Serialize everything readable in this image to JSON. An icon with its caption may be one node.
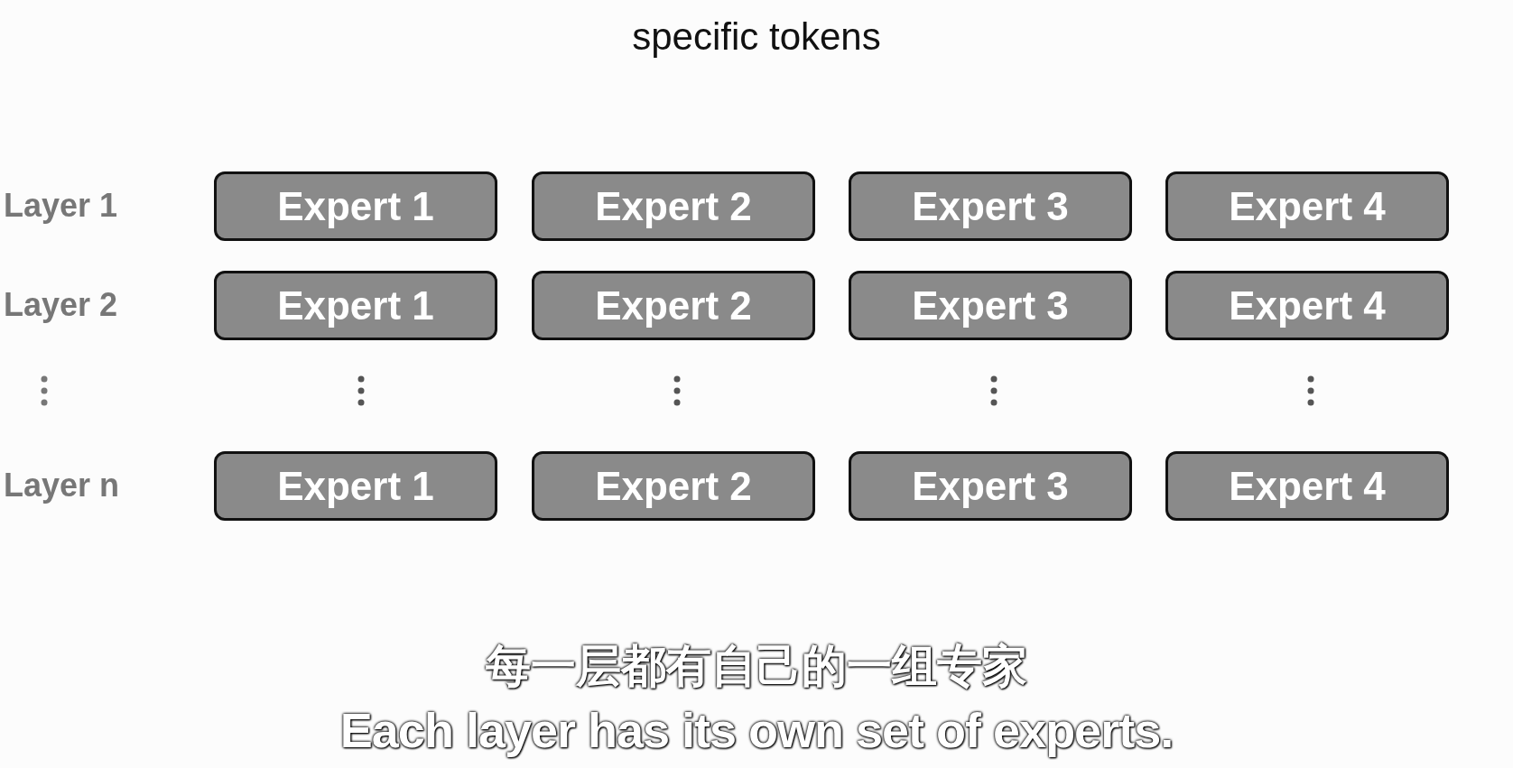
{
  "diagram": {
    "nodes": [
      {
        "text": [
          "Expert 1"
        ]
      },
      {
        "text": [
          "Expert 2"
        ]
      },
      {
        "text": [
          "Expert 3"
        ]
      },
      {
        "text": [
          "Expert 4"
        ]
      },
      {
        "text": [
          "Expert 1"
        ]
      },
      {
        "text": [
          "Expert 2"
        ]
      },
      {
        "text": [
          "Expert 3"
        ]
      },
      {
        "text": [
          "Expert 4"
        ]
      },
      {
        "text": [
          "Expert 1"
        ]
      },
      {
        "text": [
          "Expert 2"
        ]
      },
      {
        "text": [
          "Expert 3"
        ]
      },
      {
        "text": [
          "Expert 4"
        ]
      }
    ],
    "labels": [
      "specific tokens",
      "Layer 1",
      "Layer 2",
      "Layer n",
      "每一层都有自己的一组专家",
      "Each layer has its own set of experts."
    ]
  }
}
